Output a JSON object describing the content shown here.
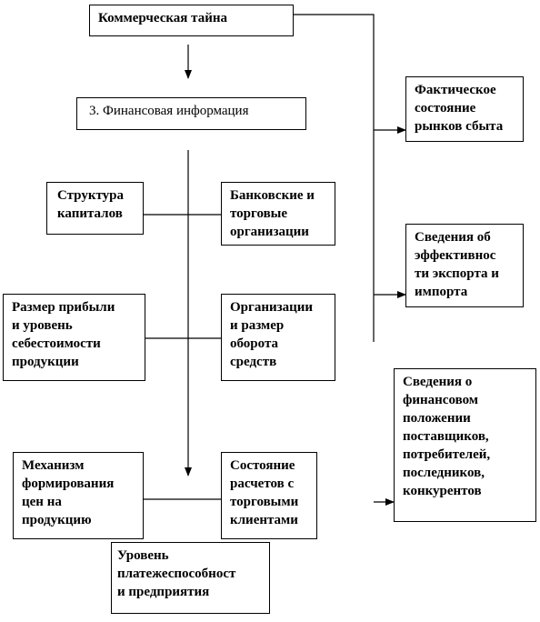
{
  "boxes": {
    "trade_secret": "Коммерческая тайна",
    "financial_info": "3. Финансовая информация",
    "capital_structure": "Структура\nкапиталов",
    "bank_orgs": "Банковские и\nторговые\nорганизации",
    "profit_size": "Размер прибыли\nи уровень\nсебестоимости\nпродукции",
    "orgs_turnover": "Организации\nи размер\nоборота\nсредств",
    "pricing_mechanism": "Механизм\nформирования\nцен на\nпродукцию",
    "settlements": "Состояние\nрасчетов с\nторговыми\nклиентами",
    "solvency": "Уровень\nплатежеспособност\nи предприятия",
    "market_state": "Фактическое\nсостояние\nрынков сбыта",
    "export_efficiency": "Сведения об\nэффективнос\nти экспорта и\nимпорта",
    "counterparties": "Сведения о\nфинансовом\nположении\nпоставщиков,\nпотребителей,\nпоследников,\nконкурентов"
  }
}
